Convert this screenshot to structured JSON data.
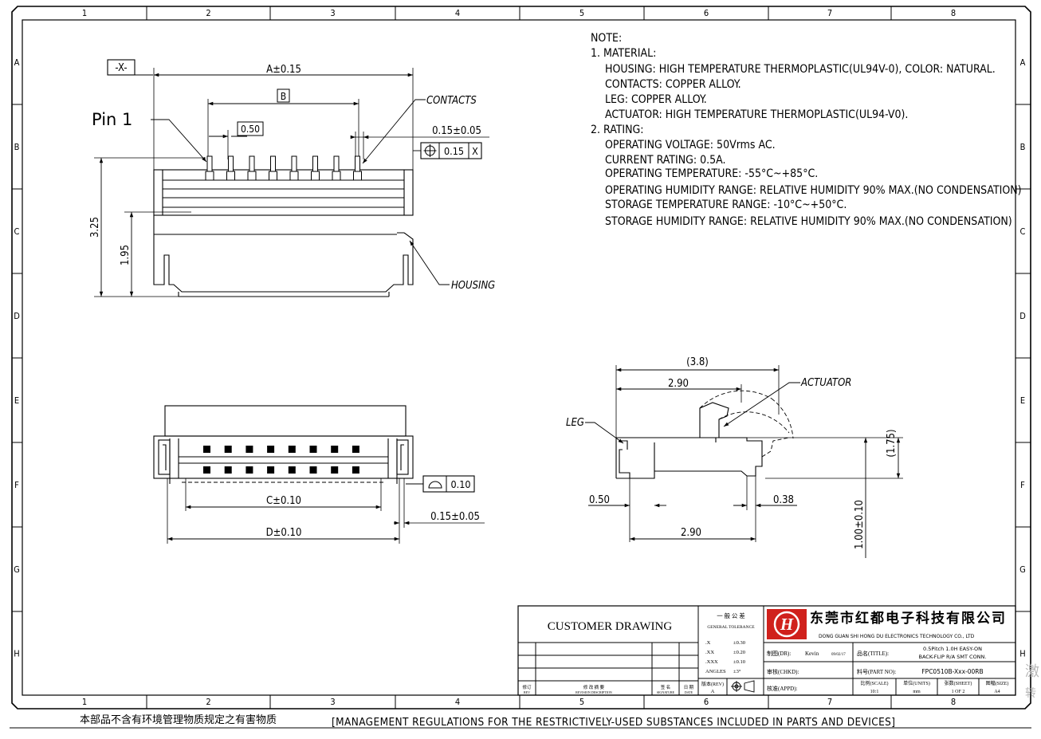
{
  "frame": {
    "columns": [
      "1",
      "2",
      "3",
      "4",
      "5",
      "6",
      "7",
      "8"
    ],
    "rows": [
      "A",
      "B",
      "C",
      "D",
      "E",
      "F",
      "G",
      "H"
    ]
  },
  "notes": {
    "heading": "NOTE:",
    "lines": [
      "1. MATERIAL:",
      "HOUSING: HIGH TEMPERATURE THERMOPLASTIC(UL94V-0), COLOR: NATURAL.",
      "CONTACTS: COPPER ALLOY.",
      "LEG: COPPER ALLOY.",
      "ACTUATOR: HIGH TEMPERATURE THERMOPLASTIC(UL94-V0).",
      "2. RATING:",
      "OPERATING VOLTAGE: 50Vrms AC.",
      "CURRENT RATING: 0.5A.",
      "OPERATING TEMPERATURE: -55°C~+85°C.",
      "OPERATING HUMIDITY RANGE: RELATIVE HUMIDITY 90% MAX.(NO CONDENSATION)",
      "STORAGE TEMPERATURE RANGE: -10°C~+50°C.",
      "STORAGE HUMIDITY RANGE: RELATIVE HUMIDITY 90% MAX.(NO CONDENSATION)"
    ]
  },
  "top_view": {
    "datum_x": "-X-",
    "dim_a": "A±0.15",
    "datum_b": "B",
    "dim_pitch": "0.50",
    "pin1": "Pin 1",
    "contacts": "CONTACTS",
    "dim_contact_width": "0.15±0.05",
    "position_tol": "0.15",
    "position_ref": "X",
    "dim_height": "3.25",
    "dim_height2": "1.95",
    "housing": "HOUSING"
  },
  "front_view": {
    "flatness": "0.10",
    "dim_c": "C±0.10",
    "dim_d": "D±0.10",
    "dim_tail": "0.15±0.05"
  },
  "side_view": {
    "dim_overall": "(3.8)",
    "dim_depth": "2.90",
    "actuator": "ACTUATOR",
    "leg": "LEG",
    "dim_height": "(1.75)",
    "dim_leg": "0.50",
    "dim_gap": "0.38",
    "dim_bottom": "2.90",
    "dim_profile": "1.00±0.10"
  },
  "title_block": {
    "customer_drawing": "CUSTOMER DRAWING",
    "tol_title_cn": "一 般 公 差",
    "tol_title_en": "GENERAL TOLERANCE",
    "tolerances": [
      {
        "k": ".X",
        "v": "±0.30"
      },
      {
        "k": ".XX",
        "v": "±0.20"
      },
      {
        "k": ".XXX",
        "v": "±0.10"
      },
      {
        "k": "ANGLES",
        "v": "±3°"
      }
    ],
    "company_cn": "东莞市红都电子科技有限公司",
    "company_en": "DONG GUAN SHI HONG DU ELECTRONICS TECHNOLOGY CO., LTD",
    "drawn_label": "制图(DR):",
    "drawn_by": "Kevin",
    "drawn_date": "09/02/17",
    "title_label": "品名(TITLE):",
    "title_line1": "0.5Pitch 1.0H  EASY-ON",
    "title_line2": "BACK-FLIP R/A SMT CONN.",
    "checked_label": "审核(CHKD):",
    "part_label": "料号(PART NO):",
    "part_no": "FPC0510B-Xxx-00RB",
    "approved_label": "核准(APPD):",
    "rev_label": "版本(REV)",
    "rev": "A",
    "scale_label": "比例(SCALE)",
    "scale": "10:1",
    "units_label": "单位(UNITS)",
    "units": "mm",
    "sheet_label": "张数(SHEET)",
    "sheet": "1 OF 2",
    "size_label": "图幅(SIZE)",
    "size": "A4",
    "rev_col1": "修订",
    "rev_col1_en": "REV",
    "rev_col2": "修 改 摘 要",
    "rev_col2_en": "REVISION DESCRIPTION",
    "rev_col3": "签 名",
    "rev_col3_en": "SIGNATURE",
    "rev_col4": "日 期",
    "rev_col4_en": "DATE"
  },
  "footer": {
    "cn": "本部品不含有环境管理物质规定之有害物质",
    "en": "[MANAGEMENT REGULATIONS FOR THE RESTRICTIVELY-USED SUBSTANCES INCLUDED IN PARTS AND DEVICES]"
  },
  "watermark": {
    "line1": "激",
    "line2": "转"
  }
}
